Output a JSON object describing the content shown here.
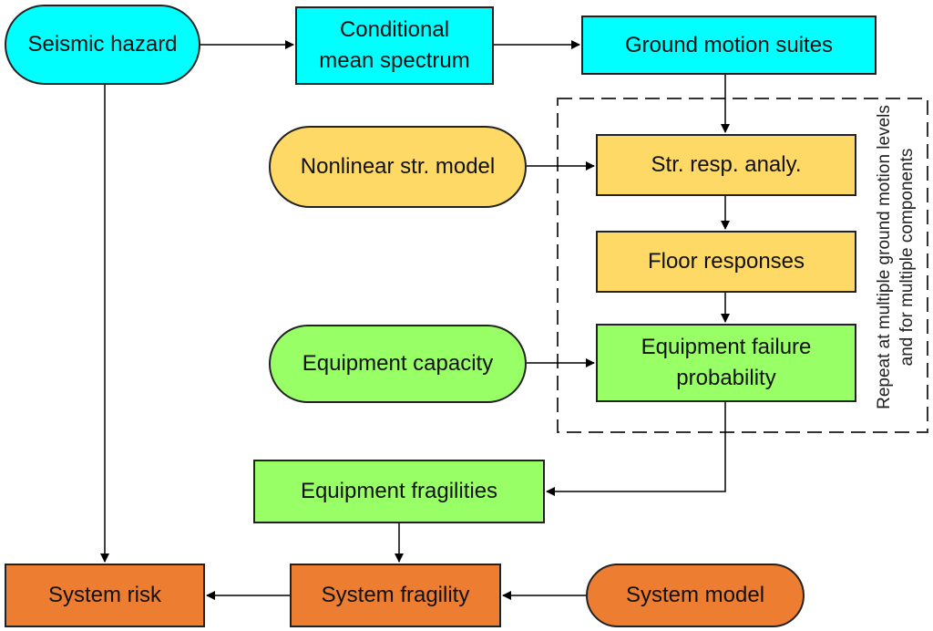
{
  "nodes": {
    "seismic_hazard": "Seismic hazard",
    "conditional_mean_spectrum": "Conditional mean spectrum",
    "ground_motion_suites": "Ground motion suites",
    "nonlinear_str_model": "Nonlinear str. model",
    "str_resp_analy": "Str. resp. analy.",
    "floor_responses": "Floor responses",
    "equipment_capacity": "Equipment capacity",
    "equipment_failure_probability": "Equipment failure probability",
    "equipment_fragilities": "Equipment fragilities",
    "system_risk": "System risk",
    "system_fragility": "System fragility",
    "system_model": "System model"
  },
  "loop_label": "Repeat at multiple ground motion levels and for multiple components",
  "colors": {
    "hazard": "#00ffff",
    "structural": "#ffd966",
    "equipment": "#99ff66",
    "system": "#ed7d31"
  }
}
